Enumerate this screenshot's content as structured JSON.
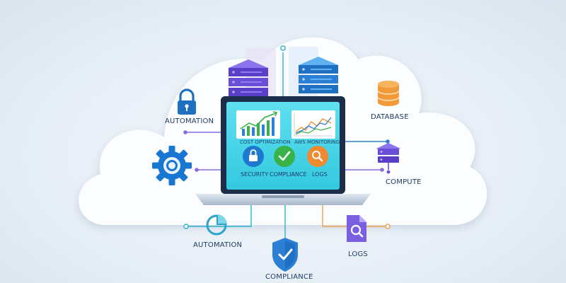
{
  "labels": {
    "automation_top": "AUTOMATION",
    "database": "DATABASE",
    "compute": "COMPUTE",
    "automation_bottom": "AUTOMATION",
    "logs_bottom": "LOGS",
    "compliance_bottom": "COMPLIANCE"
  },
  "screen": {
    "chart_left_caption": "COST OPTIMIZATION",
    "chart_right_caption": "AWS MONITORING",
    "security": "SECURITY",
    "compliance": "COMPLIANCE",
    "logs": "LOGS"
  },
  "icons": [
    "padlock-icon",
    "gear-icon",
    "pie-chart-icon",
    "shield-check-icon",
    "database-icon",
    "server-icon",
    "document-search-icon",
    "checkmark-icon",
    "magnifier-icon"
  ],
  "colors": {
    "navy": "#1f3b63",
    "screen_cyan": "#3fd3e8",
    "purple_server": "#6a4fd6",
    "blue_server": "#2b7fd4",
    "orange_db": "#f09a3a",
    "green_check": "#37b34a",
    "blue_gear": "#1877d2",
    "connector_purple": "#8a6be0",
    "connector_orange": "#f0a04b",
    "connector_teal": "#2bb3c9"
  }
}
